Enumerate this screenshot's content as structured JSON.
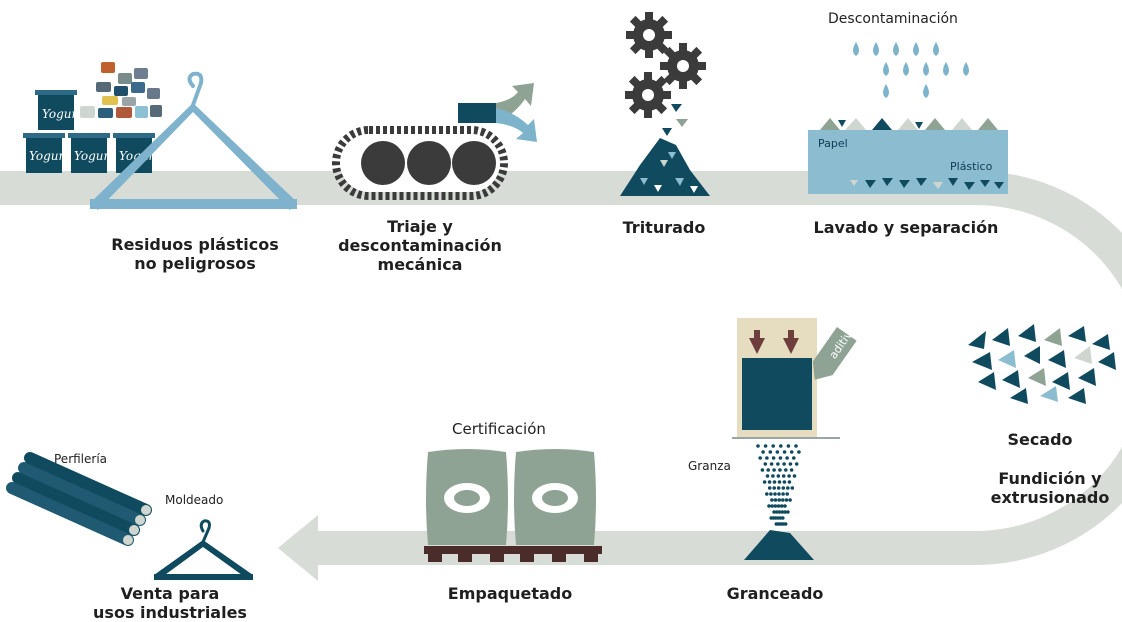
{
  "stages": {
    "residuos": "Residuos plásticos\nno peligrosos",
    "triaje": "Triaje y\ndescontaminación\nmecánica",
    "triturado": "Triturado",
    "lavado": "Lavado y separación",
    "secado": "Secado",
    "fundicion": "Fundición y\nextrusionado",
    "granceado": "Granceado",
    "empaquetado": "Empaquetado",
    "venta": "Venta para\nusos industriales"
  },
  "annotations": {
    "descontaminacion": "Descontaminación",
    "papel": "Papel",
    "plastico": "Plástico",
    "aditivos": "aditivos",
    "granza": "Granza",
    "certificacion": "Certificación",
    "perfileria": "Perfilería",
    "moldeado": "Moldeado",
    "yogur_brand": "Yogur"
  },
  "colors": {
    "belt": "#d7dcd7",
    "teal": "#0f4a5e",
    "light_blue": "#8bbcd0",
    "water": "#7eb3cc",
    "sage": "#8ea393",
    "beige": "#e6ddc0",
    "pallet": "#4a2d2b",
    "gear": "#3b3b3b",
    "arrow_brown": "#6e3e3f"
  }
}
